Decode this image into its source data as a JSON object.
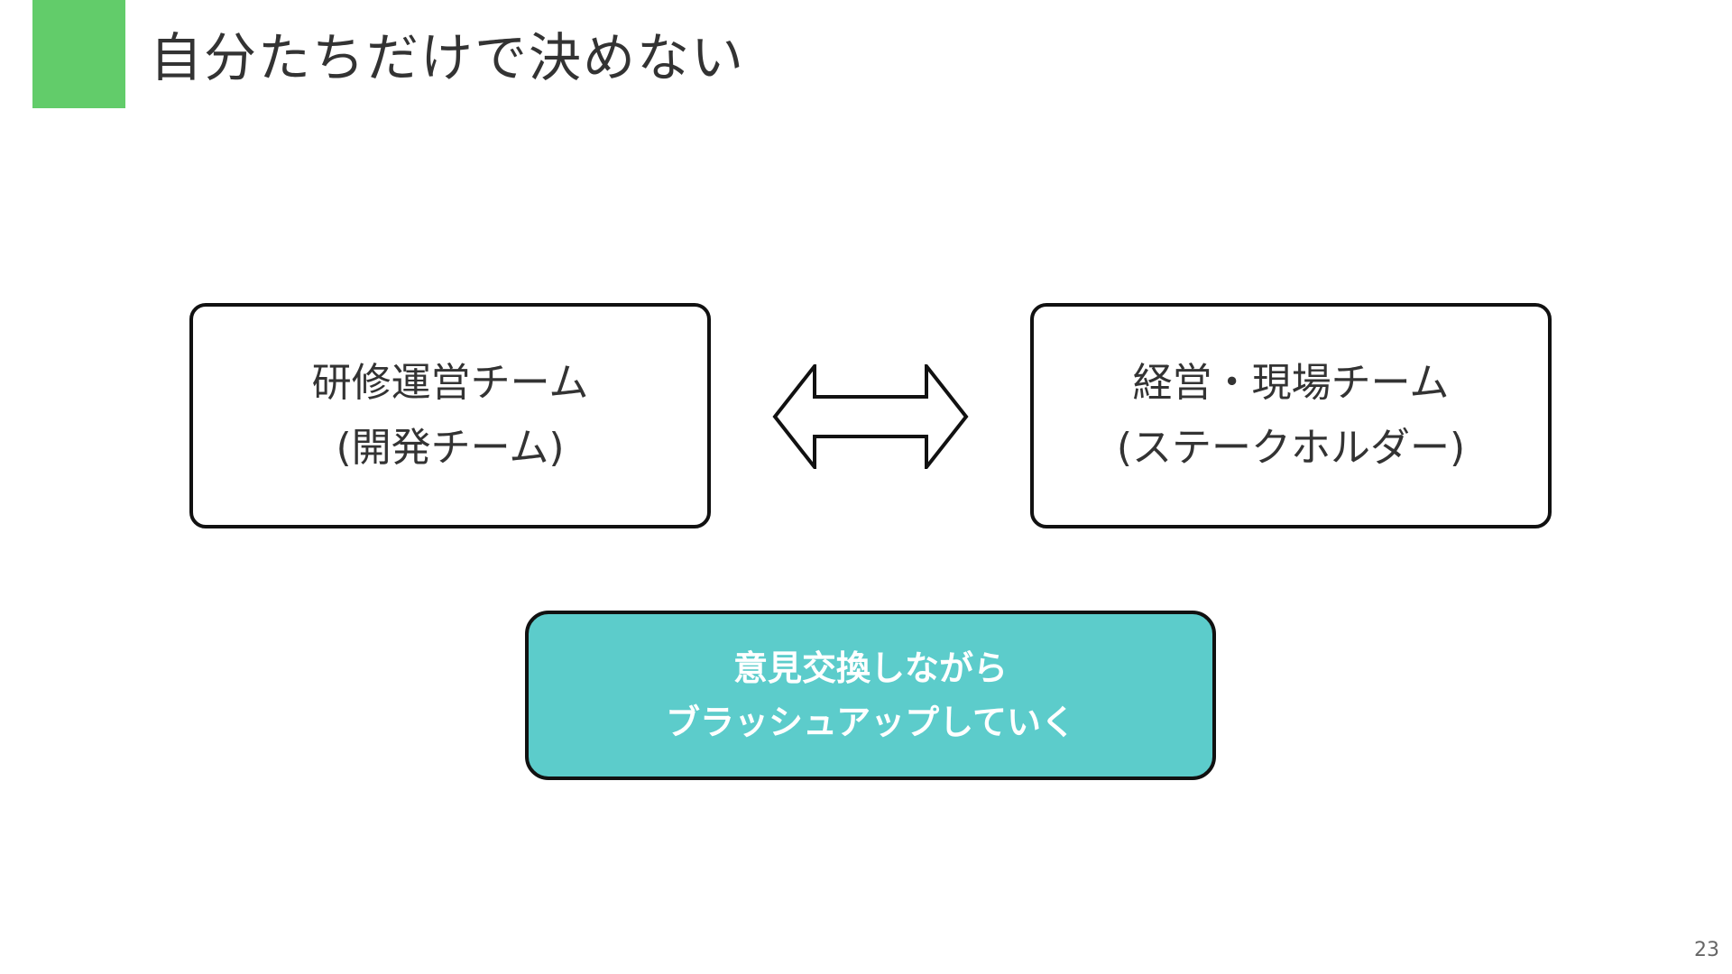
{
  "slide": {
    "title": "自分たちだけで決めない",
    "accent_color": "#62cc6a",
    "page_number": "23"
  },
  "left_box": {
    "line1": "研修運営チーム",
    "line2": "(開発チーム)"
  },
  "right_box": {
    "line1": "経営・現場チーム",
    "line2": "(ステークホルダー)"
  },
  "connector": {
    "icon": "double-headed-arrow-icon"
  },
  "note_box": {
    "line1": "意見交換しながら",
    "line2": "ブラッシュアップしていく",
    "color": "#5ccccb"
  }
}
